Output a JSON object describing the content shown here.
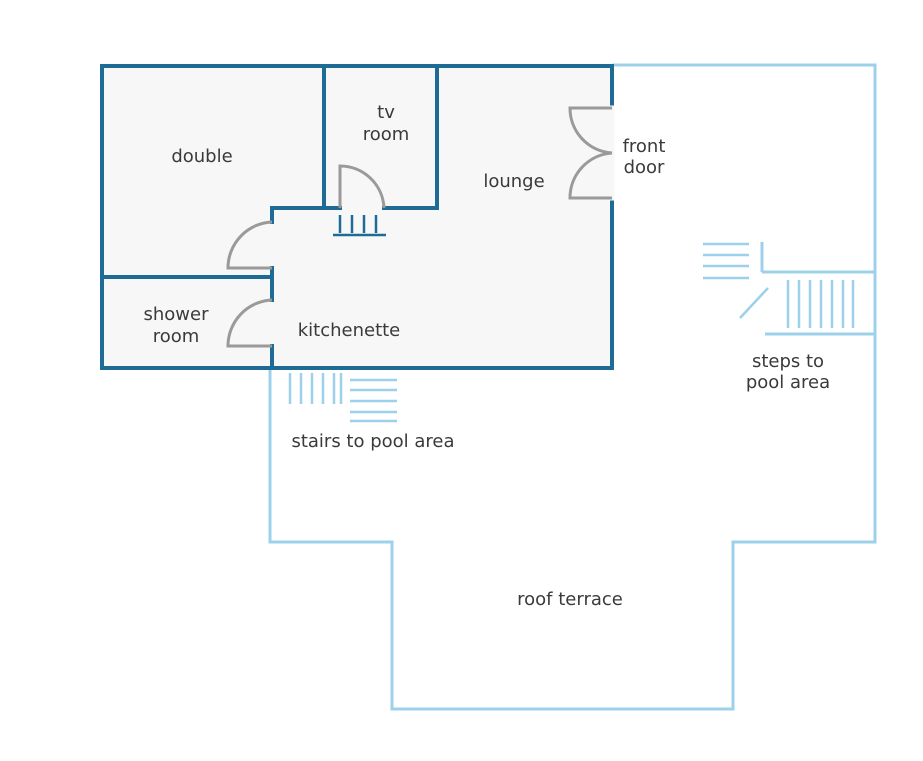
{
  "colors": {
    "interior_wall": "#1e6b96",
    "exterior_line": "#9dd0ea",
    "room_fill": "#f7f7f7",
    "door": "#9a9a9a",
    "label": "#3a3a3a"
  },
  "rooms": {
    "double": "double",
    "tv_room": [
      "tv",
      "room"
    ],
    "lounge": "lounge",
    "front_door": [
      "front",
      "door"
    ],
    "shower_room": [
      "shower",
      "room"
    ],
    "kitchenette": "kitchenette"
  },
  "outdoor": {
    "stairs": "stairs to pool area",
    "steps": [
      "steps to",
      "pool area"
    ],
    "roof_terrace": "roof terrace"
  }
}
